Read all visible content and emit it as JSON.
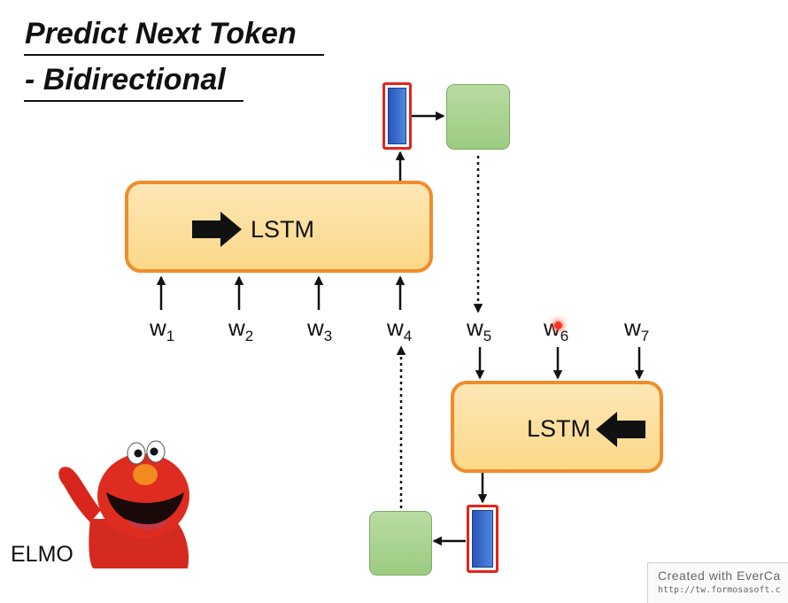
{
  "title": {
    "line1": "Predict Next Token",
    "line2": "- Bidirectional"
  },
  "lstm_forward": {
    "label": "LSTM",
    "direction_icon": "arrow-right-icon"
  },
  "lstm_backward": {
    "label": "LSTM",
    "direction_icon": "arrow-left-icon"
  },
  "tokens": [
    {
      "base": "w",
      "sub": "1"
    },
    {
      "base": "w",
      "sub": "2"
    },
    {
      "base": "w",
      "sub": "3"
    },
    {
      "base": "w",
      "sub": "4"
    },
    {
      "base": "w",
      "sub": "5"
    },
    {
      "base": "w",
      "sub": "6"
    },
    {
      "base": "w",
      "sub": "7"
    }
  ],
  "character": {
    "label": "ELMO"
  },
  "watermark": {
    "line1": "Created with EverCa",
    "line2": "http://tw.formosasoft.c"
  },
  "colors": {
    "lstm_fill": "#fcd888",
    "lstm_border": "#f08c2c",
    "hidden_vector_fill": "#2f5fc4",
    "hidden_vector_border": "#e4241b",
    "output_box_fill": "#a8d28e",
    "cursor_highlight": "#ff3322"
  }
}
